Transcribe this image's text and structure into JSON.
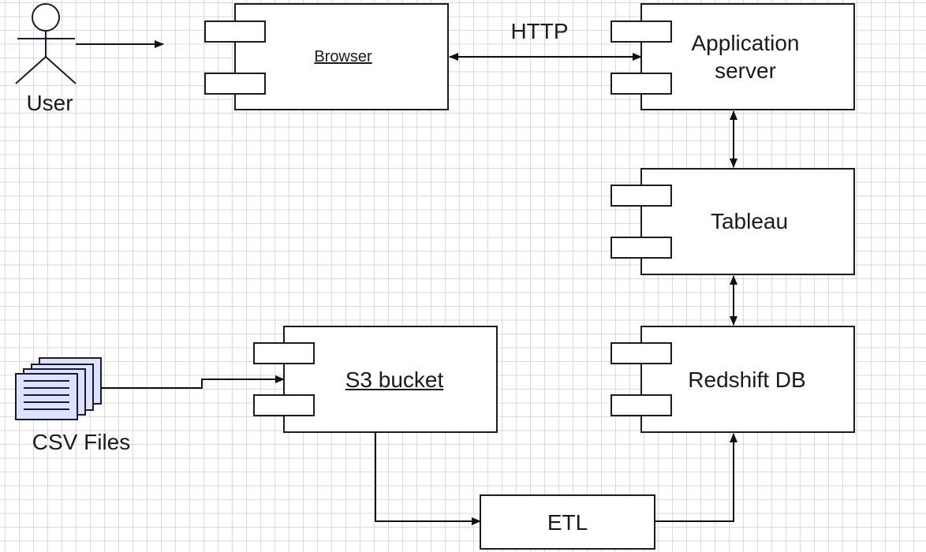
{
  "actors": {
    "user": {
      "label": "User",
      "icon": "stick-figure-icon"
    },
    "csv_files": {
      "label": "CSV Files",
      "icon": "document-stack-icon"
    }
  },
  "components": {
    "browser": {
      "label": "Browser"
    },
    "app_server": {
      "label_line1": "Application",
      "label_line2": "server"
    },
    "tableau": {
      "label": "Tableau"
    },
    "s3_bucket": {
      "label": "S3 bucket"
    },
    "redshift": {
      "label": "Redshift DB"
    },
    "etl": {
      "label": "ETL"
    }
  },
  "connectors": {
    "http_label": "HTTP"
  },
  "colors": {
    "stroke": "#1a1a2e",
    "grid": "#d9d9d9",
    "icon_fill": "#dde3ff"
  }
}
